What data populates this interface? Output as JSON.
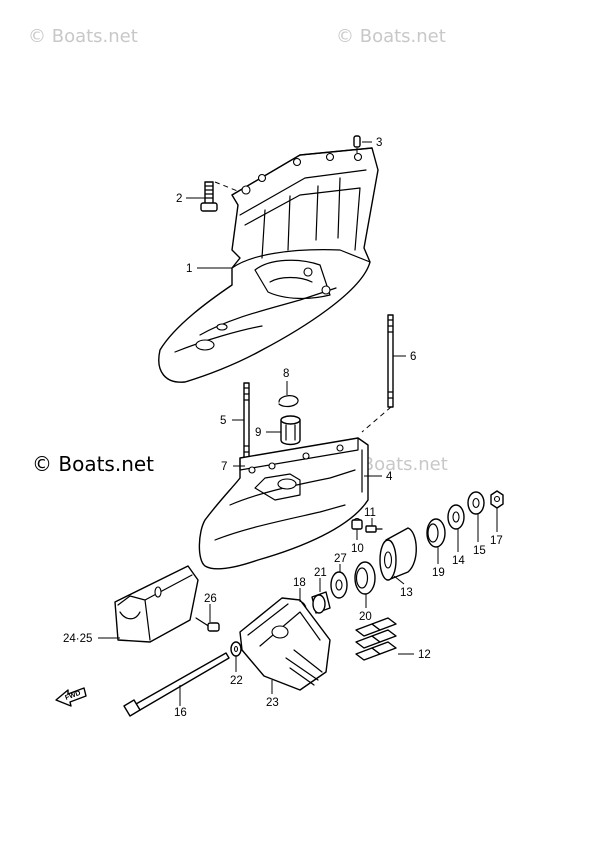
{
  "watermarks": {
    "top_left": "© Boats.net",
    "top_right": "© Boats.net",
    "middle_dark": "© Boats.net",
    "middle_light": "© Boats.net"
  },
  "direction_label": "FWD",
  "callouts": {
    "c1": "1",
    "c2": "2",
    "c3": "3",
    "c4": "4",
    "c5": "5",
    "c6": "6",
    "c7": "7",
    "c8": "8",
    "c9": "9",
    "c10": "10",
    "c11": "11",
    "c12": "12",
    "c13": "13",
    "c14": "14",
    "c15": "15",
    "c16": "16",
    "c17": "17",
    "c18": "18",
    "c19": "19",
    "c20": "20",
    "c21": "21",
    "c22": "22",
    "c23": "23",
    "c24_25": "24·25",
    "c26": "26",
    "c27": "27"
  }
}
